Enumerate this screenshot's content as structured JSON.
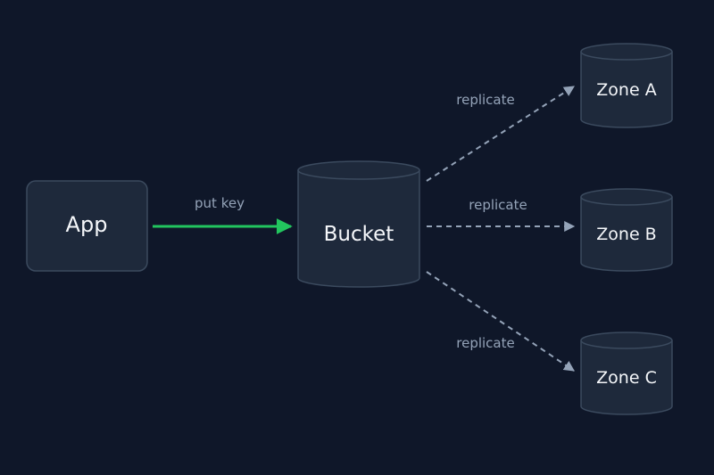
{
  "colors": {
    "background": "#0f1729",
    "node_fill": "#1e293b",
    "node_stroke": "#3b4a5e",
    "write_edge": "#22c55e",
    "replicate_edge": "#94a3b8",
    "label_text": "#f5f7fa",
    "edge_text": "#94a3b8"
  },
  "nodes": {
    "app": {
      "label": "App",
      "shape": "rounded-rectangle"
    },
    "bucket": {
      "label": "Bucket",
      "shape": "cylinder"
    },
    "zone_a": {
      "label": "Zone A",
      "shape": "cylinder"
    },
    "zone_b": {
      "label": "Zone B",
      "shape": "cylinder"
    },
    "zone_c": {
      "label": "Zone C",
      "shape": "cylinder"
    }
  },
  "edges": [
    {
      "from": "App",
      "to": "Bucket",
      "label": "put key",
      "style": "solid"
    },
    {
      "from": "Bucket",
      "to": "Zone A",
      "label": "replicate",
      "style": "dashed"
    },
    {
      "from": "Bucket",
      "to": "Zone B",
      "label": "replicate",
      "style": "dashed"
    },
    {
      "from": "Bucket",
      "to": "Zone C",
      "label": "replicate",
      "style": "dashed"
    }
  ]
}
